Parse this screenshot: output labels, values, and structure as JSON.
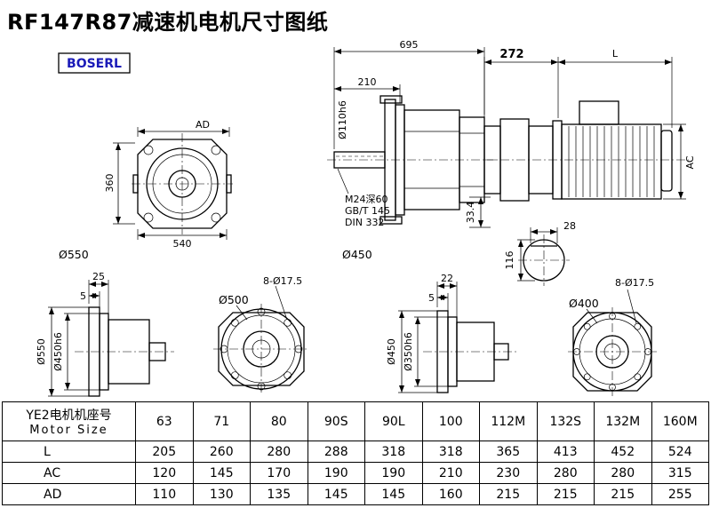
{
  "page": {
    "title": "RF147R87减速机电机尺寸图纸",
    "logo": "BOSERL"
  },
  "drawing": {
    "front_view": {
      "dim_ad": "AD",
      "dim_360": "360",
      "dim_540": "540",
      "label_dia550": "Ø550"
    },
    "side_view": {
      "dim_695": "695",
      "dim_210": "210",
      "label_shaft_dia": "Ø110h6",
      "note_thread": "M24深60",
      "note_gb": "GB/T 145",
      "note_din": "DIN 332",
      "dim_33_4": "33.4",
      "label_dia450": "Ø450"
    },
    "motor_view": {
      "dim_272": "272",
      "dim_l": "L",
      "dim_ac": "AC",
      "dim_28": "28",
      "dim_116": "116"
    },
    "bottom_view_1": {
      "dim_25": "25",
      "dim_5": "5",
      "label_dia550": "Ø550",
      "label_dia450h6": "Ø450h6"
    },
    "bottom_view_2": {
      "label_bolts": "8-Ø17.5",
      "label_dia500": "Ø500"
    },
    "bottom_view_3": {
      "dim_22": "22",
      "dim_5": "5",
      "label_dia450": "Ø450",
      "label_dia350h6": "Ø350h6"
    },
    "bottom_view_4": {
      "label_bolts": "8-Ø17.5",
      "label_dia400": "Ø400"
    }
  },
  "table": {
    "header_cn": "YE2电机机座号",
    "header_en": "Motor Size",
    "columns": [
      "63",
      "71",
      "80",
      "90S",
      "90L",
      "100",
      "112M",
      "132S",
      "132M",
      "160M"
    ],
    "rows": [
      {
        "label": "L",
        "values": [
          "205",
          "260",
          "280",
          "288",
          "318",
          "318",
          "365",
          "413",
          "452",
          "524"
        ]
      },
      {
        "label": "AC",
        "values": [
          "120",
          "145",
          "170",
          "190",
          "190",
          "210",
          "230",
          "280",
          "280",
          "315"
        ]
      },
      {
        "label": "AD",
        "values": [
          "110",
          "130",
          "135",
          "145",
          "145",
          "160",
          "215",
          "215",
          "215",
          "255"
        ]
      }
    ]
  }
}
